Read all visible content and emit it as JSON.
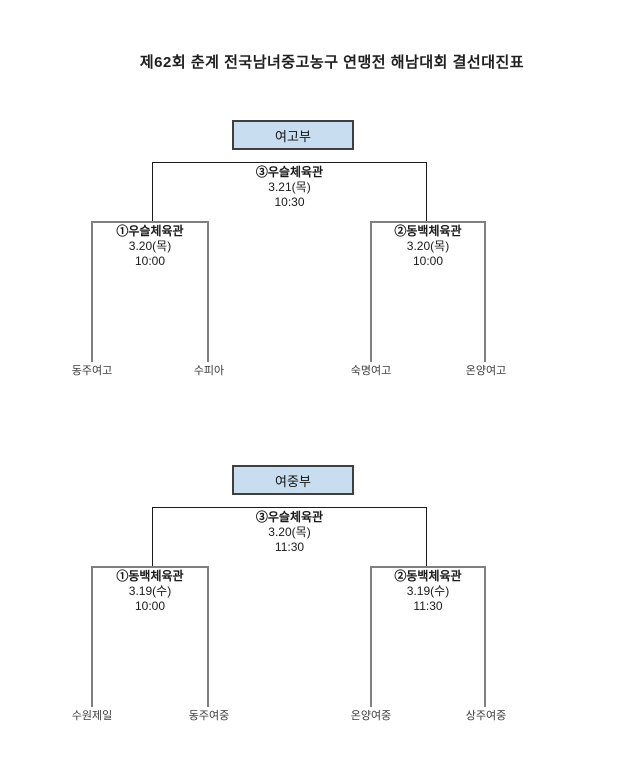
{
  "page": {
    "title": "제62회 춘계 전국남녀중고농구 연맹전 해남대회 결선대진표"
  },
  "colors": {
    "background": "#ffffff",
    "division_box_fill": "#c9ddf1",
    "division_box_border": "#3f3f3f",
    "final_line": "#1a1a1a",
    "semifinal_line": "#7f7f7f",
    "text": "#1f1f1f"
  },
  "brackets": [
    {
      "division": "여고부",
      "final": {
        "venue": "③우슬체육관",
        "date": "3.21(목)",
        "time": "10:30"
      },
      "semifinals": [
        {
          "venue": "①우슬체육관",
          "date": "3.20(목)",
          "time": "10:00",
          "teams": [
            "동주여고",
            "수피아"
          ]
        },
        {
          "venue": "②동백체육관",
          "date": "3.20(목)",
          "time": "10:00",
          "teams": [
            "숙명여고",
            "온양여고"
          ]
        }
      ]
    },
    {
      "division": "여중부",
      "final": {
        "venue": "③우슬체육관",
        "date": "3.20(목)",
        "time": "11:30"
      },
      "semifinals": [
        {
          "venue": "①동백체육관",
          "date": "3.19(수)",
          "time": "10:00",
          "teams": [
            "수원제일",
            "동주여중"
          ]
        },
        {
          "venue": "②동백체육관",
          "date": "3.19(수)",
          "time": "11:30",
          "teams": [
            "온양여중",
            "상주여중"
          ]
        }
      ]
    }
  ]
}
